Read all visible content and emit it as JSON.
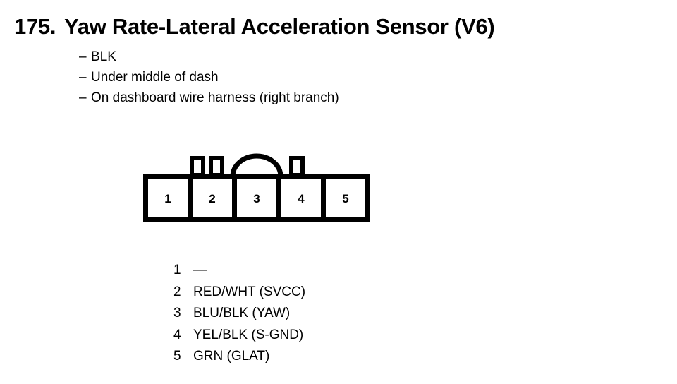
{
  "page": {
    "background_color": "#FFFFFF",
    "ink_color": "#000000"
  },
  "heading": {
    "number": "175.",
    "title": "Yaw Rate-Lateral Acceleration Sensor (V6)"
  },
  "notes": {
    "dash": "–",
    "items": [
      "BLK",
      "Under middle of dash",
      "On dashboard wire harness (right branch)"
    ]
  },
  "connector": {
    "type": "5-cavity connector face view",
    "cavity_count": 5,
    "cavity_labels": [
      "1",
      "2",
      "3",
      "4",
      "5"
    ],
    "top_features": [
      "locking-tab",
      "locking-tab",
      "arch-latch",
      "locking-tab"
    ]
  },
  "pin_legend": {
    "rows": [
      {
        "pin": "1",
        "label": "—"
      },
      {
        "pin": "2",
        "label": "RED/WHT (SVCC)"
      },
      {
        "pin": "3",
        "label": "BLU/BLK (YAW)"
      },
      {
        "pin": "4",
        "label": "YEL/BLK (S-GND)"
      },
      {
        "pin": "5",
        "label": "GRN (GLAT)"
      }
    ]
  }
}
